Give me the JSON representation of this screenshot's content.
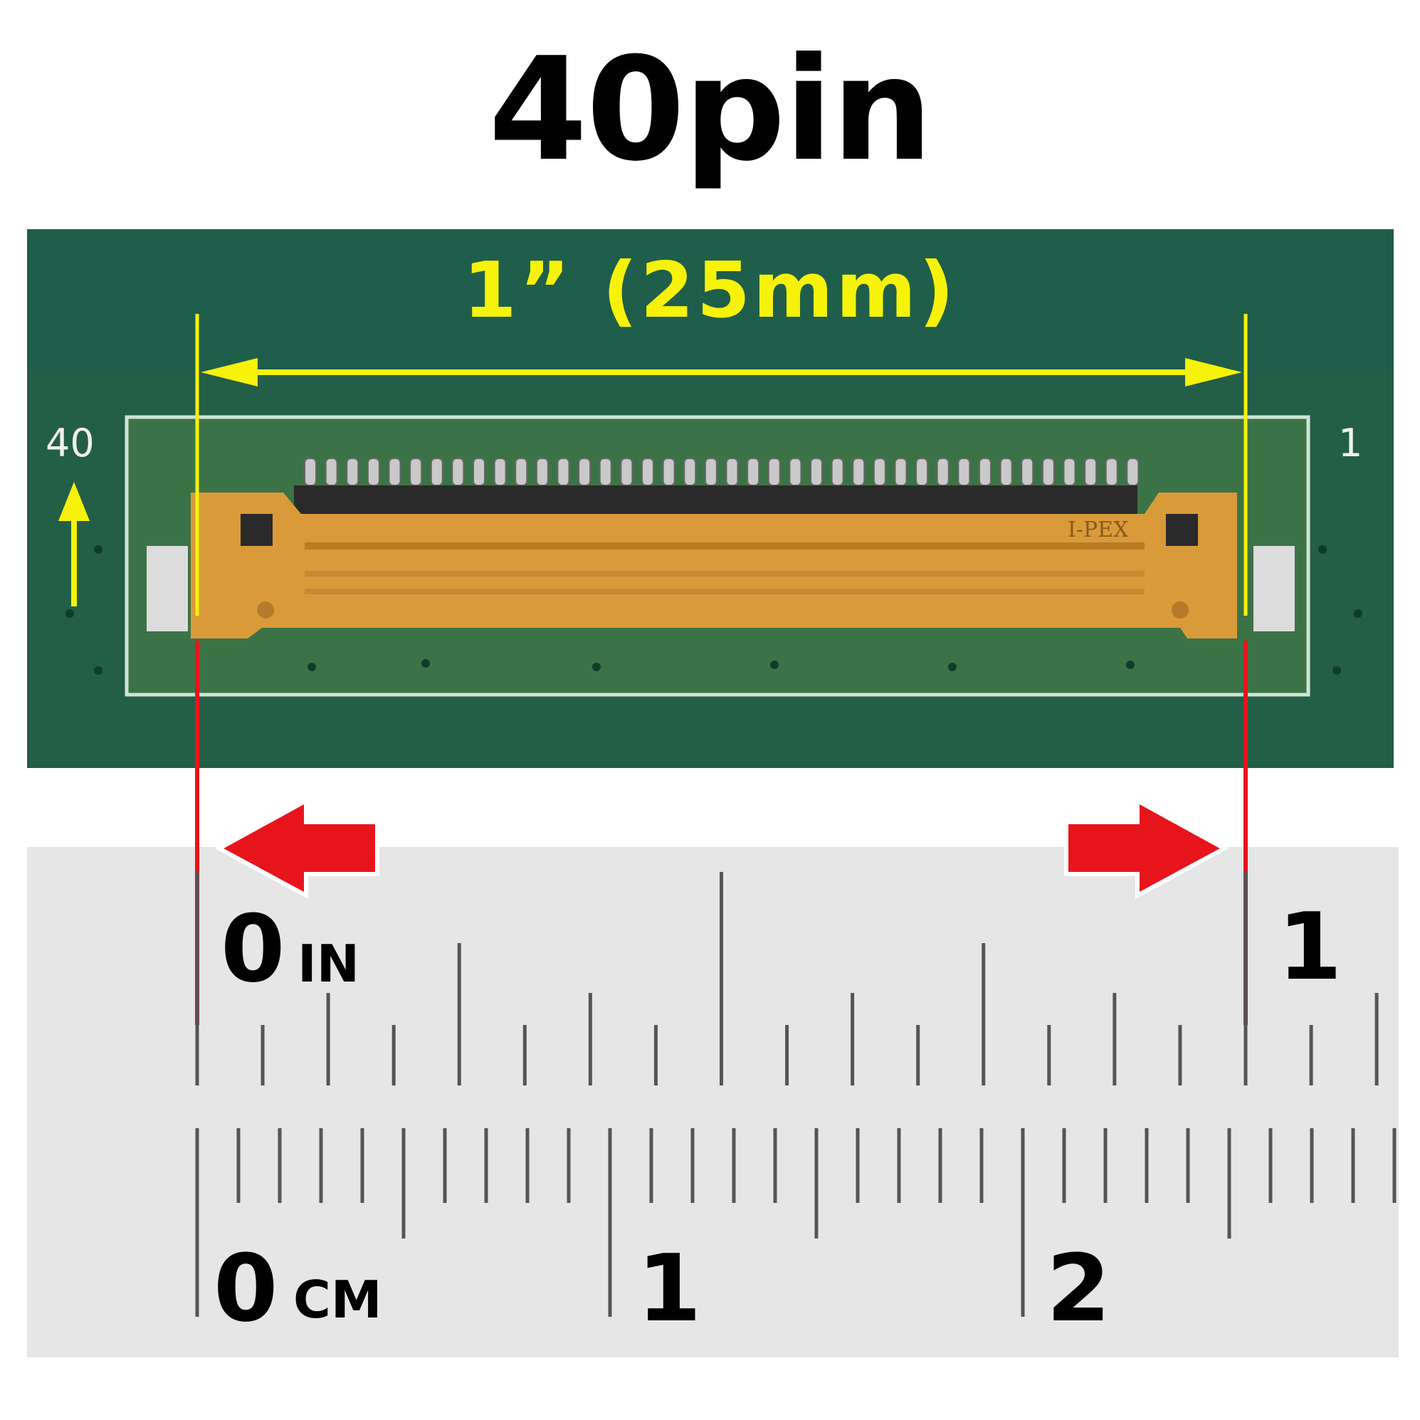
{
  "title": "40pin",
  "dimension_label": "1” (25mm)",
  "connector": {
    "pin_count": 40,
    "pin_label_left": "40",
    "pin_label_right": "1",
    "brand_mark": "I-PEX",
    "orientation_arrow": "up-arrow-icon"
  },
  "ruler": {
    "inch_unit": "IN",
    "cm_unit": "CM",
    "inch_labels": [
      "0",
      "1"
    ],
    "cm_labels": [
      "0",
      "1",
      "2"
    ]
  },
  "colors": {
    "board_green": "#1f5e4a",
    "dimension_yellow": "#f7f20a",
    "marker_red": "#e8141c",
    "ruler_gray": "#e6e6e6",
    "connector_gold": "#d99a3a"
  }
}
